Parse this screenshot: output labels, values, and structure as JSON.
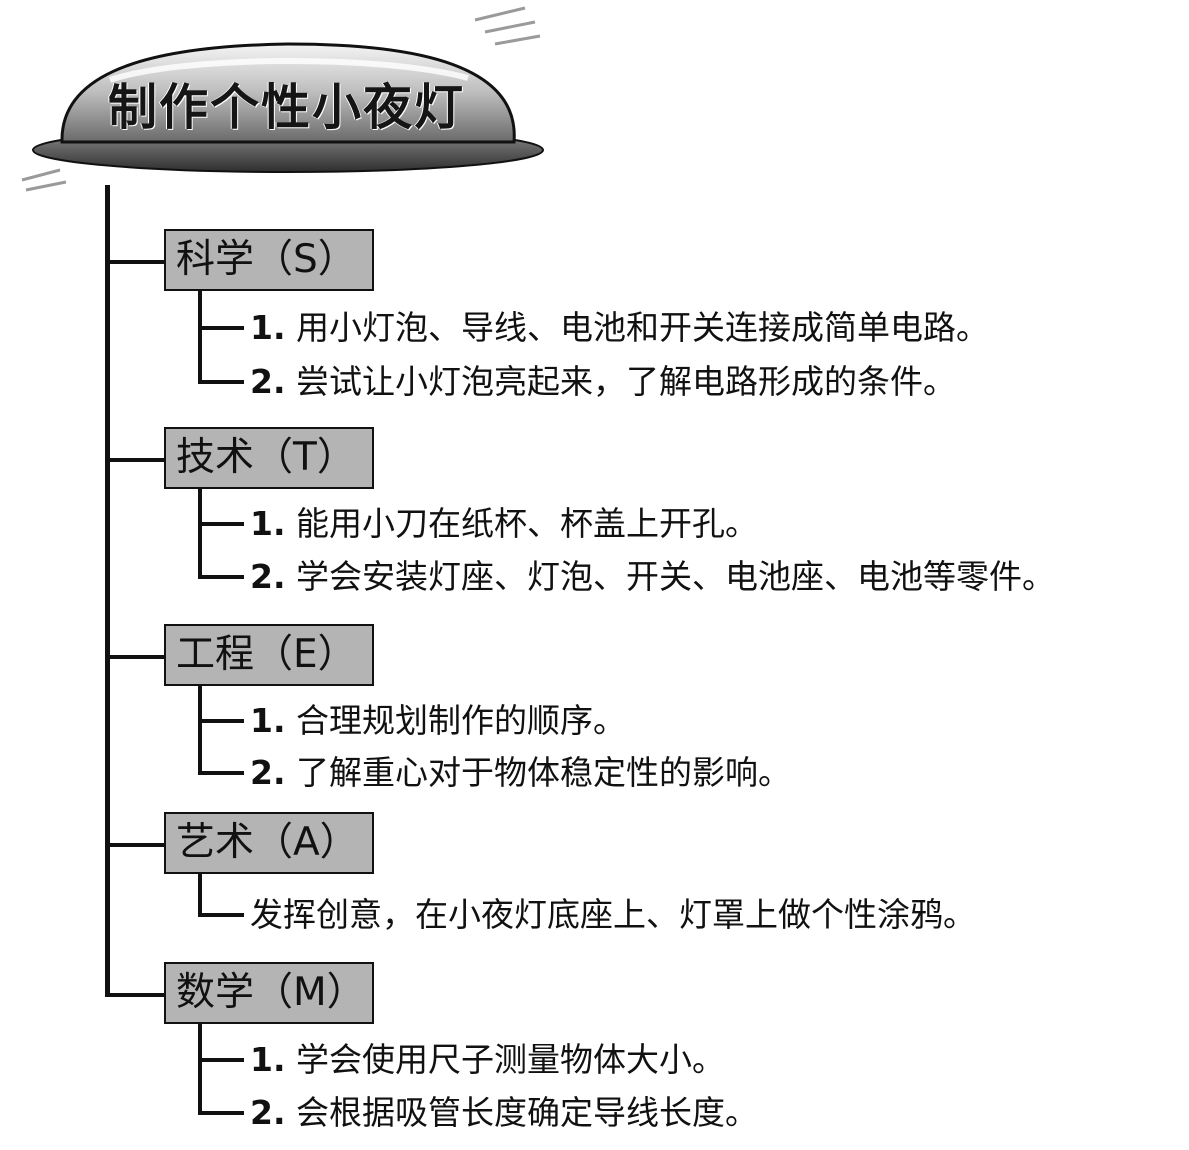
{
  "title": "制作个性小夜灯",
  "categories": [
    {
      "label": "科学（S）",
      "items": [
        {
          "num": "1.",
          "text": "用小灯泡、导线、电池和开关连接成简单电路。"
        },
        {
          "num": "2.",
          "text": "尝试让小灯泡亮起来，了解电路形成的条件。"
        }
      ]
    },
    {
      "label": "技术（T）",
      "items": [
        {
          "num": "1.",
          "text": "能用小刀在纸杯、杯盖上开孔。"
        },
        {
          "num": "2.",
          "text": "学会安装灯座、灯泡、开关、电池座、电池等零件。"
        }
      ]
    },
    {
      "label": "工程（E）",
      "items": [
        {
          "num": "1.",
          "text": "合理规划制作的顺序。"
        },
        {
          "num": "2.",
          "text": "了解重心对于物体稳定性的影响。"
        }
      ]
    },
    {
      "label": "艺术（A）",
      "items": [
        {
          "num": "",
          "text": "发挥创意，在小夜灯底座上、灯罩上做个性涂鸦。"
        }
      ]
    },
    {
      "label": "数学（M）",
      "items": [
        {
          "num": "1.",
          "text": "学会使用尺子测量物体大小。"
        },
        {
          "num": "2.",
          "text": "会根据吸管长度确定导线长度。"
        }
      ]
    }
  ]
}
